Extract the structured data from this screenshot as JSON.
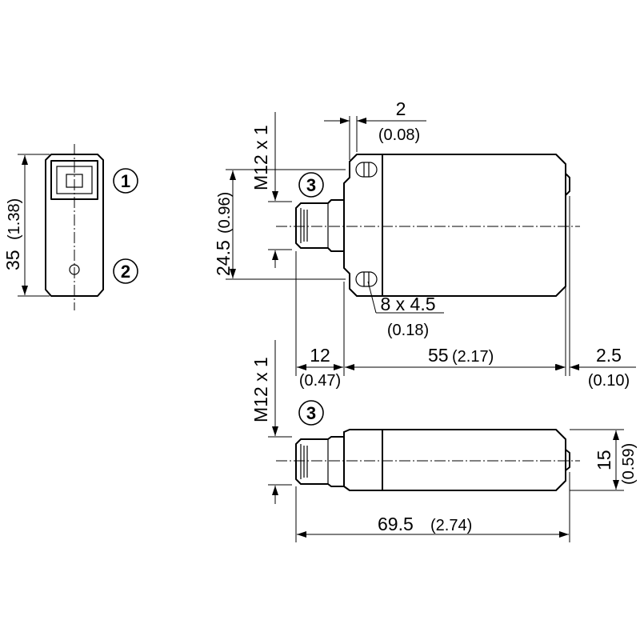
{
  "callouts": {
    "c1": "1",
    "c2": "2",
    "c3_top": "3",
    "c3_bottom": "3"
  },
  "dims": {
    "height_mm": "35",
    "height_in": "(1.38)",
    "offset_mm": "2",
    "offset_in": "(0.08)",
    "thread_top": "M12 x 1",
    "mount_mm": "24.5",
    "mount_in": "(0.96)",
    "hole_mm": "8 x 4.5",
    "hole_in": "(0.18)",
    "conn_mm": "12",
    "conn_in": "(0.47)",
    "body_mm": "55",
    "body_in": "(2.17)",
    "cap_mm": "2.5",
    "cap_in": "(0.10)",
    "thread_bottom": "M12 x 1",
    "width_mm": "15",
    "width_in": "(0.59)",
    "total_mm": "69.5",
    "total_in": "(2.74)"
  }
}
